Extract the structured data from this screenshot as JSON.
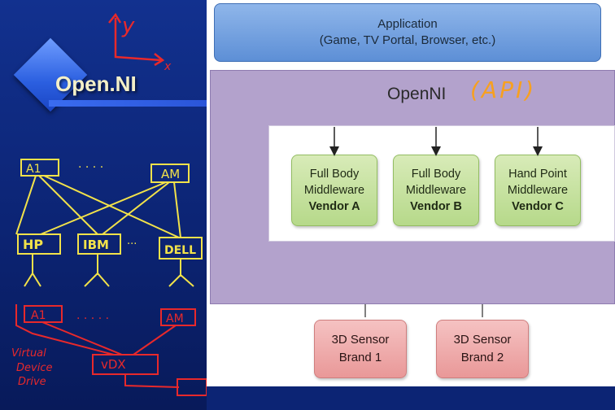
{
  "slide": {
    "title": "Open.NI",
    "colors": {
      "background": "#0c2474",
      "ink_yellow": "#f2e24a",
      "ink_red": "#e8292b",
      "title_text": "#f4f0c8"
    }
  },
  "diagram": {
    "application": {
      "line1": "Application",
      "line2": "(Game, TV Portal, Browser, etc.)"
    },
    "openni_label": "OpenNI",
    "api_annotation": "(API)",
    "middleware": [
      {
        "line1": "Full Body",
        "line2": "Middleware",
        "vendor": "Vendor A"
      },
      {
        "line1": "Full Body",
        "line2": "Middleware",
        "vendor": "Vendor B"
      },
      {
        "line1": "Hand Point",
        "line2": "Middleware",
        "vendor": "Vendor C"
      }
    ],
    "sensors": [
      {
        "line1": "3D Sensor",
        "line2": "Brand 1"
      },
      {
        "line1": "3D Sensor",
        "line2": "Brand 2"
      }
    ],
    "colors": {
      "application": "#6f9ddd",
      "openni": "#b3a2cc",
      "middleware": "#c3e09c",
      "sensor": "#eeaaaa",
      "api_annotation": "#f7a020"
    }
  },
  "handwriting": {
    "axis_y": "y",
    "axis_x": "x",
    "top": {
      "left_label": "A1",
      "right_label": "AM",
      "ellipsis": ". . . .",
      "makers": [
        "HP",
        "IBM",
        "DELL"
      ],
      "makers_ellipsis": "..."
    },
    "bottom": {
      "left_label": "A1",
      "right_label": "AM",
      "ellipsis": ". . . . .",
      "hub": "vDX",
      "caption_line1": "Virtual",
      "caption_line2": "Device",
      "caption_line3": "Drive"
    }
  }
}
